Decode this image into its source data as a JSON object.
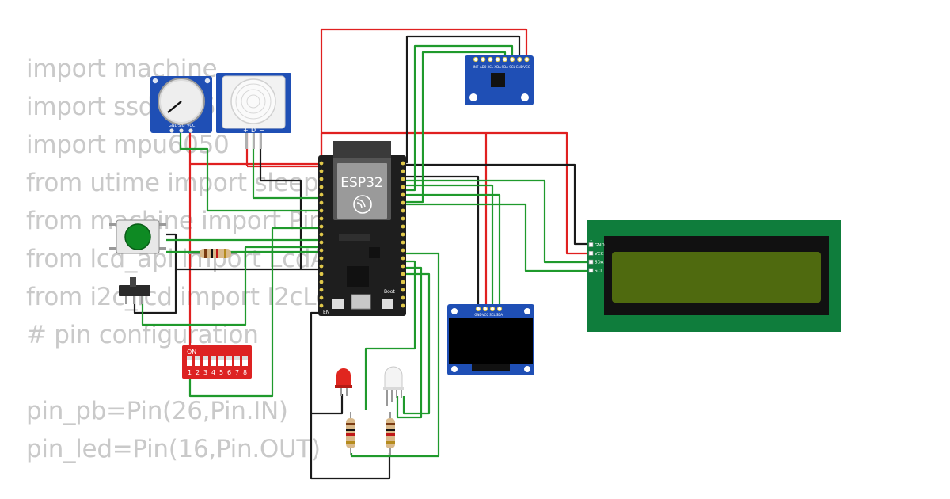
{
  "code_lines": [
    "import machine",
    "import ssd1306",
    "import mpu6050",
    "from utime import sleep",
    "from machine import Pin",
    "from lcd_api import LcdApi",
    "from i2c_lcd import I2cLcd",
    "# pin configuration",
    "",
    "pin_pb=Pin(26,Pin.IN)",
    "pin_led=Pin(16,Pin.OUT)"
  ],
  "esp32": {
    "label": "ESP32",
    "boot_label": "Boot",
    "en_label": "EN"
  },
  "potentiometer": {
    "pin_labels": [
      "GND",
      "SIG",
      "VCC"
    ]
  },
  "pir_sensor": {
    "pin_labels": [
      "+",
      "D",
      "−"
    ]
  },
  "dip_switch": {
    "on_label": "ON",
    "numbers": [
      "1",
      "2",
      "3",
      "4",
      "5",
      "6",
      "7",
      "8"
    ]
  },
  "mpu6050": {
    "pin_labels": [
      "INT",
      "AD0",
      "XCL",
      "XDA",
      "SDA",
      "SCL",
      "GND",
      "VCC"
    ]
  },
  "oled": {
    "pin_labels": [
      "GND",
      "VCC",
      "SCL",
      "SDA"
    ]
  },
  "lcd": {
    "pin_labels": [
      "GND",
      "VCC",
      "SDA",
      "SCL"
    ],
    "pin1_label": "1"
  },
  "colors": {
    "wire_red": "#e02020",
    "wire_green": "#1f9a2c",
    "wire_black": "#1a1a1a",
    "board_blue": "#1f4fb5",
    "lcd_green": "#0f7d3c",
    "lcd_screen": "#4f6a0f",
    "esp_black": "#222222"
  }
}
